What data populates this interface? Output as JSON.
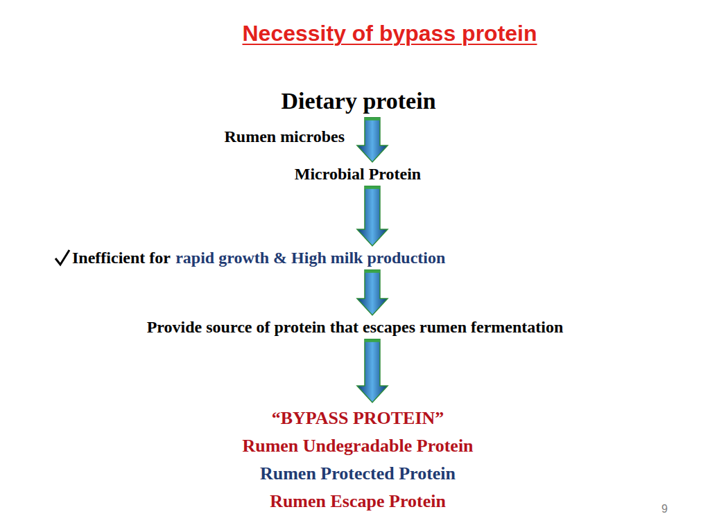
{
  "diagram": {
    "title": "Necessity of bypass protein",
    "nodes": [
      {
        "text": [
          "Dietary protein"
        ]
      },
      {
        "text": [
          "Microbial Protein"
        ]
      },
      {
        "text": [
          "Inefficient  for",
          "rapid growth & High milk production"
        ]
      },
      {
        "text": [
          "Provide source of protein that escapes rumen fermentation"
        ]
      },
      {
        "text": [
          "“BYPASS PROTEIN”",
          "Rumen Undegradable Protein",
          "Rumen Protected Protein",
          "Rumen Escape Protein"
        ]
      }
    ],
    "edges": [
      {
        "from": 0,
        "to": 1,
        "arrow": "to",
        "label": "Rumen microbes"
      },
      {
        "from": 1,
        "to": 2,
        "arrow": "to"
      },
      {
        "from": 2,
        "to": 3,
        "arrow": "to"
      },
      {
        "from": 3,
        "to": 4,
        "arrow": "to"
      }
    ],
    "labels": [
      "9"
    ]
  }
}
